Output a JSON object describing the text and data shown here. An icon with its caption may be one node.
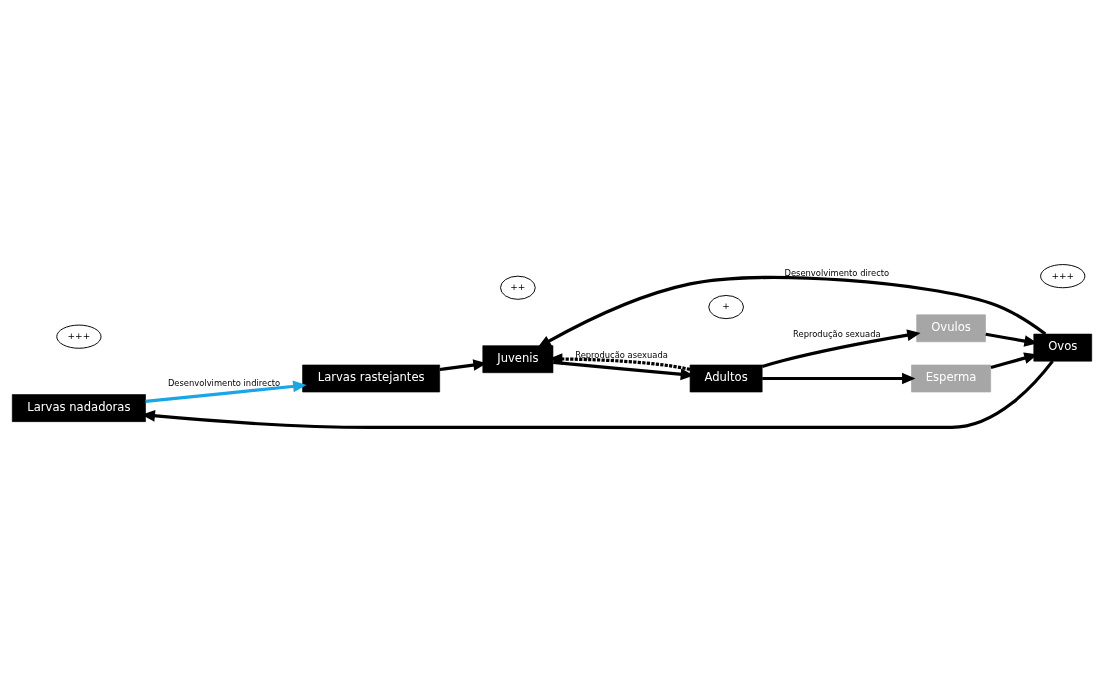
{
  "diagram": {
    "nodes": [
      {
        "text": [
          "+++"
        ]
      },
      {
        "text": [
          "Larvas nadadoras"
        ]
      },
      {
        "text": [
          "Larvas rastejantes"
        ]
      },
      {
        "text": [
          "+++"
        ]
      },
      {
        "text": [
          "Ovos"
        ]
      },
      {
        "text": [
          "++"
        ]
      },
      {
        "text": [
          "Juvenis"
        ]
      },
      {
        "text": [
          "Ovulos"
        ]
      },
      {
        "text": [
          "Esperma"
        ]
      },
      {
        "text": [
          "+"
        ]
      },
      {
        "text": [
          "Adultos"
        ]
      }
    ],
    "edges": [
      {
        "from": 1,
        "to": 2,
        "arrow": "to",
        "label": "Desenvolvimento indirecto",
        "color": "#1aa6e6"
      },
      {
        "from": 2,
        "to": 6,
        "arrow": "to"
      },
      {
        "from": 4,
        "to": 1,
        "arrow": "to"
      },
      {
        "from": 4,
        "to": 6,
        "arrow": "to",
        "label": "Desenvolvimento directo"
      },
      {
        "from": 6,
        "to": 10,
        "arrow": "to"
      },
      {
        "from": 10,
        "to": 6,
        "arrow": "to",
        "label": "Reprodução asexuada",
        "style": "dashed"
      },
      {
        "from": 10,
        "to": 7,
        "arrow": "to",
        "label": "Reprodução sexuada"
      },
      {
        "from": 10,
        "to": 8,
        "arrow": "to"
      },
      {
        "from": 7,
        "to": 4,
        "arrow": "to"
      },
      {
        "from": 8,
        "to": 4,
        "arrow": "to"
      }
    ]
  }
}
